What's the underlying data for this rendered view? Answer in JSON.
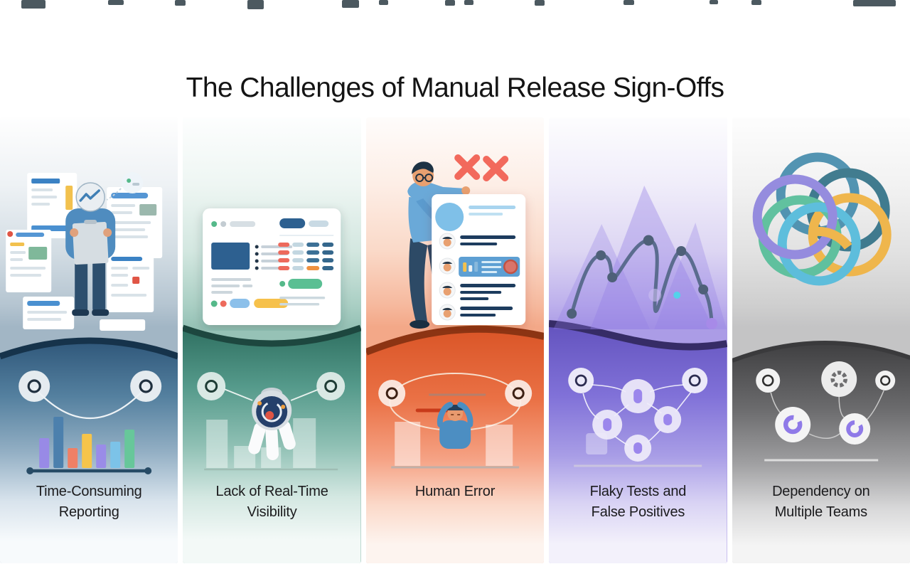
{
  "title": "The Challenges of Manual Release Sign-Offs",
  "panels": [
    {
      "name": "time-consuming-reporting",
      "label_l1": "Time-Consuming",
      "label_l2": "Reporting",
      "illustration": "person-reviewing-stack-of-reports",
      "diagram_icon": "colorful-bar-chart-with-linked-nodes",
      "accent": "#3a6080"
    },
    {
      "name": "lack-of-real-time-visibility",
      "label_l1": "Lack of Real-Time",
      "label_l2": "Visibility",
      "illustration": "dashboard-ui-mockup-card",
      "diagram_icon": "obscured-radar-over-faded-bars",
      "accent": "#3f8577"
    },
    {
      "name": "human-error",
      "label_l1": "Human Error",
      "label_l2": "",
      "illustration": "person-holding-checklist-with-two-error-x-marks",
      "diagram_icon": "frustrated-person-in-feedback-loop",
      "accent": "#e05f33"
    },
    {
      "name": "flaky-tests-and-false-positives",
      "label_l1": "Flaky Tests and",
      "label_l2": "False Positives",
      "illustration": "volatile-zigzag-line-chart-over-mountains",
      "diagram_icon": "test-result-node-network",
      "accent": "#7463d0"
    },
    {
      "name": "dependency-on-multiple-teams",
      "label_l1": "Dependency on",
      "label_l2": "Multiple Teams",
      "illustration": "interlocking-colored-rings-knot",
      "diagram_icon": "team-dependency-node-graph",
      "accent": "#58585a"
    }
  ]
}
